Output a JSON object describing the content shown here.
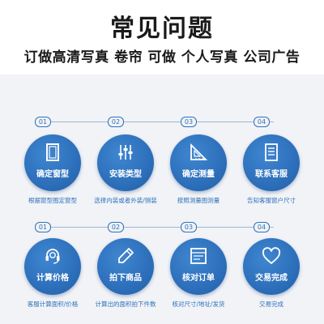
{
  "title": "常见问题",
  "subtitle": "订做高清写真 卷帘 可做 个人写真 公司广告",
  "rows": [
    {
      "steps": [
        {
          "num": "01",
          "label": "确定窗型",
          "caption": "根据窗型图定窗型",
          "icon": "window-frame-icon"
        },
        {
          "num": "02",
          "label": "安装类型",
          "caption": "选择内装或者外装/侧装",
          "icon": "sliders-icon"
        },
        {
          "num": "03",
          "label": "确定测量",
          "caption": "按照测量图测量",
          "icon": "triangle-ruler-icon"
        },
        {
          "num": "04",
          "label": "联系客服",
          "caption": "告知客服窗户尺寸",
          "icon": "document-list-icon"
        }
      ]
    },
    {
      "steps": [
        {
          "num": "01",
          "label": "计算价格",
          "caption": "客服计算面积/价格",
          "icon": "headset-icon"
        },
        {
          "num": "02",
          "label": "拍下商品",
          "caption": "计算出的面积拍下件数",
          "icon": "pencil-icon"
        },
        {
          "num": "03",
          "label": "核对订单",
          "caption": "核对尺寸/地址/发货",
          "icon": "order-form-icon"
        },
        {
          "num": "04",
          "label": "交易完成",
          "caption": "交易完成",
          "icon": "heart-icon"
        }
      ]
    }
  ],
  "colors": {
    "accent": "#2f72b8",
    "circle": "#2a6bb6",
    "panel": "#f1f3f7"
  }
}
